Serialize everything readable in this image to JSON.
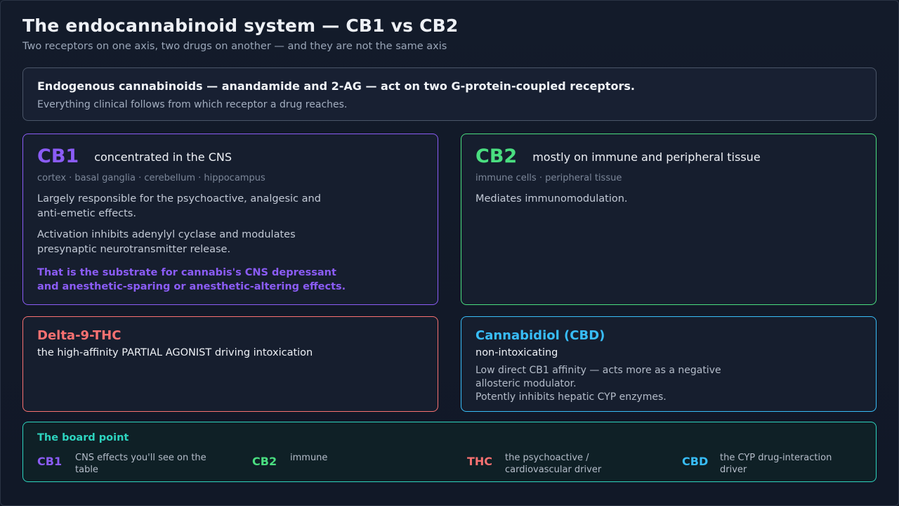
{
  "header": {
    "title": "The endocannabinoid system — CB1 vs CB2",
    "subtitle": "Two receptors on one axis, two drugs on another — and they are not the same axis"
  },
  "intro": {
    "main": "Endogenous cannabinoids — anandamide and 2-AG — act on two G-protein-coupled receptors.",
    "sub": "Everything clinical follows from which receptor a drug reaches."
  },
  "receptors": {
    "cb1": {
      "name": "CB1",
      "tagline": "concentrated in the CNS",
      "locations": "cortex · basal ganglia · cerebellum · hippocampus",
      "text1": "Largely responsible for the psychoactive, analgesic and anti-emetic effects.",
      "text2": "Activation inhibits adenylyl cyclase and modulates presynaptic neurotransmitter release.",
      "highlight": "That is the substrate for cannabis's CNS depressant and anesthetic-sparing or anesthetic-altering effects.",
      "color": "#8b5cf6"
    },
    "cb2": {
      "name": "CB2",
      "tagline": "mostly on immune and peripheral tissue",
      "locations": "immune cells · peripheral tissue",
      "text1": "Mediates immunomodulation.",
      "color": "#4ade80"
    }
  },
  "drugs": {
    "thc": {
      "name": "Delta-9-THC",
      "subtitle": "the high-affinity PARTIAL AGONIST driving intoxication",
      "color": "#f87171"
    },
    "cbd": {
      "name": "Cannabidiol (CBD)",
      "subtitle": "non-intoxicating",
      "text1": "Low direct CB1 affinity — acts more as a negative allosteric modulator.",
      "text2": "Potently inhibits hepatic CYP enzymes.",
      "color": "#38bdf8"
    }
  },
  "board": {
    "title": "The board point",
    "items": [
      {
        "key": "CB1",
        "desc": "CNS effects you'll see on the table",
        "color": "#8b5cf6"
      },
      {
        "key": "CB2",
        "desc": "immune",
        "color": "#4ade80"
      },
      {
        "key": "THC",
        "desc": "the psychoactive / cardiovascular driver",
        "color": "#f87171"
      },
      {
        "key": "CBD",
        "desc": "the CYP drug-interaction driver",
        "color": "#38bdf8"
      }
    ]
  }
}
